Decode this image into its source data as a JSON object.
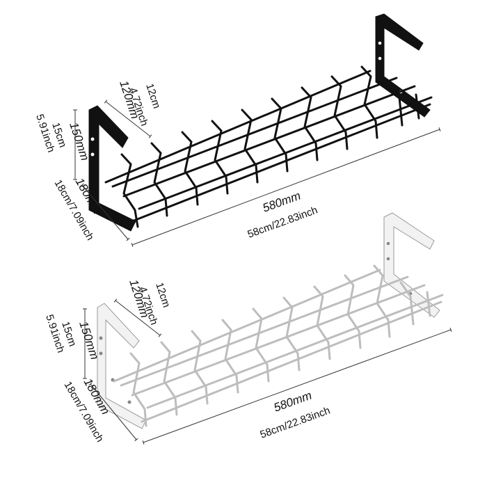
{
  "products": [
    {
      "color": "#111111",
      "dimensions": {
        "length_mm": "580mm",
        "length_alt": "58cm/22.83inch",
        "depth_mm": "180mm",
        "depth_alt": "18cm/7.09inch",
        "height_mm": "150mm",
        "height_alt_cm": "15cm",
        "height_alt_in": "5.91inch",
        "bracket_mm": "120mm",
        "bracket_alt_cm": "12cm",
        "bracket_alt_in": "4.72inch"
      }
    },
    {
      "color": "#eeeeee",
      "dimensions": {
        "length_mm": "580mm",
        "length_alt": "58cm/22.83inch",
        "depth_mm": "180mm",
        "depth_alt": "18cm/7.09inch",
        "height_mm": "150mm",
        "height_alt_cm": "15cm",
        "height_alt_in": "5.91inch",
        "bracket_mm": "120mm",
        "bracket_alt_cm": "12cm",
        "bracket_alt_in": "4.72inch"
      }
    }
  ]
}
